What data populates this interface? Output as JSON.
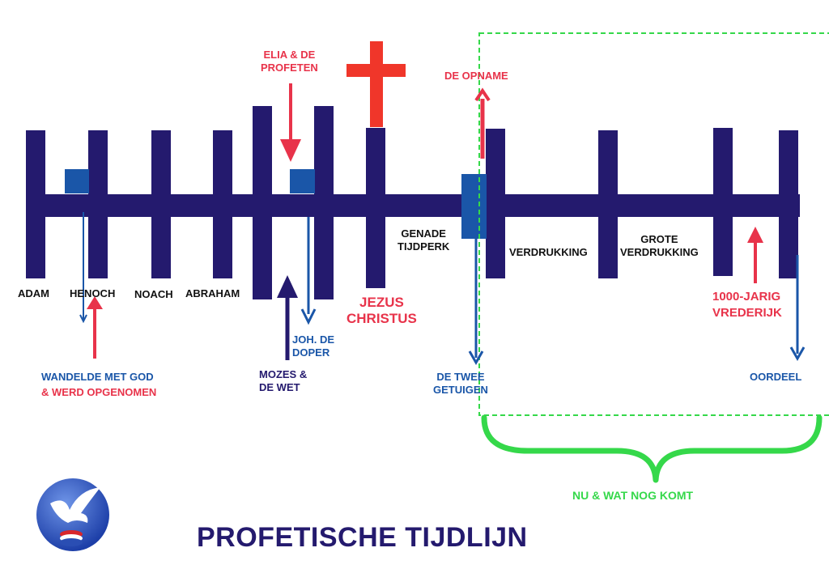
{
  "colors": {
    "navy": "#241a6e",
    "blue": "#1a56a8",
    "pink": "#e8334a",
    "red_cross": "#f0362a",
    "green": "#35d84a",
    "black": "#111111"
  },
  "era_labels": {
    "adam": "ADAM",
    "henoch": "HENOCH",
    "noach": "NOACH",
    "abraham": "ABRAHAM",
    "genade": "GENADE\nTIJDPERK",
    "verdrukking": "VERDRUKKING",
    "grote": "GROTE\nVERDRUKKING"
  },
  "annotations": {
    "elia": "ELIA & DE\nPROFETEN",
    "opname": "DE OPNAME",
    "jezus": "JEZUS\nCHRISTUS",
    "joh": "JOH. DE\nDOPER",
    "mozes": "MOZES &\nDE WET",
    "wandelde_line1": "WANDELDE MET GOD",
    "wandelde_line2": "& WERD OPGENOMEN",
    "getuigen": "DE TWEE\nGETUIGEN",
    "vrederijk": "1000-JARIG\nVREDERIJK",
    "oordeel": "OORDEEL"
  },
  "future_caption": "NU & WAT NOG KOMT",
  "title": "PROFETISCHE TIJDLIJN",
  "icons": {
    "cross": "cross-icon",
    "logo": "dove-logo-icon"
  }
}
